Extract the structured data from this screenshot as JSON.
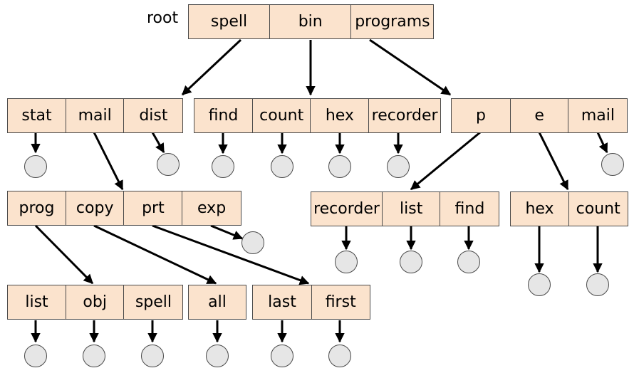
{
  "root_label": "root",
  "nodes": {
    "root": [
      "spell",
      "bin",
      "programs"
    ],
    "spell": [
      "stat",
      "mail",
      "dist"
    ],
    "bin": [
      "find",
      "count",
      "hex",
      "recorder"
    ],
    "programs": [
      "p",
      "e",
      "mail"
    ],
    "mail": [
      "prog",
      "copy",
      "prt",
      "exp"
    ],
    "p": [
      "recorder",
      "list",
      "find"
    ],
    "e": [
      "hex",
      "count"
    ],
    "prog": [
      "list",
      "obj",
      "spell"
    ],
    "copy": [
      "all"
    ],
    "prt": [
      "last",
      "first"
    ]
  }
}
